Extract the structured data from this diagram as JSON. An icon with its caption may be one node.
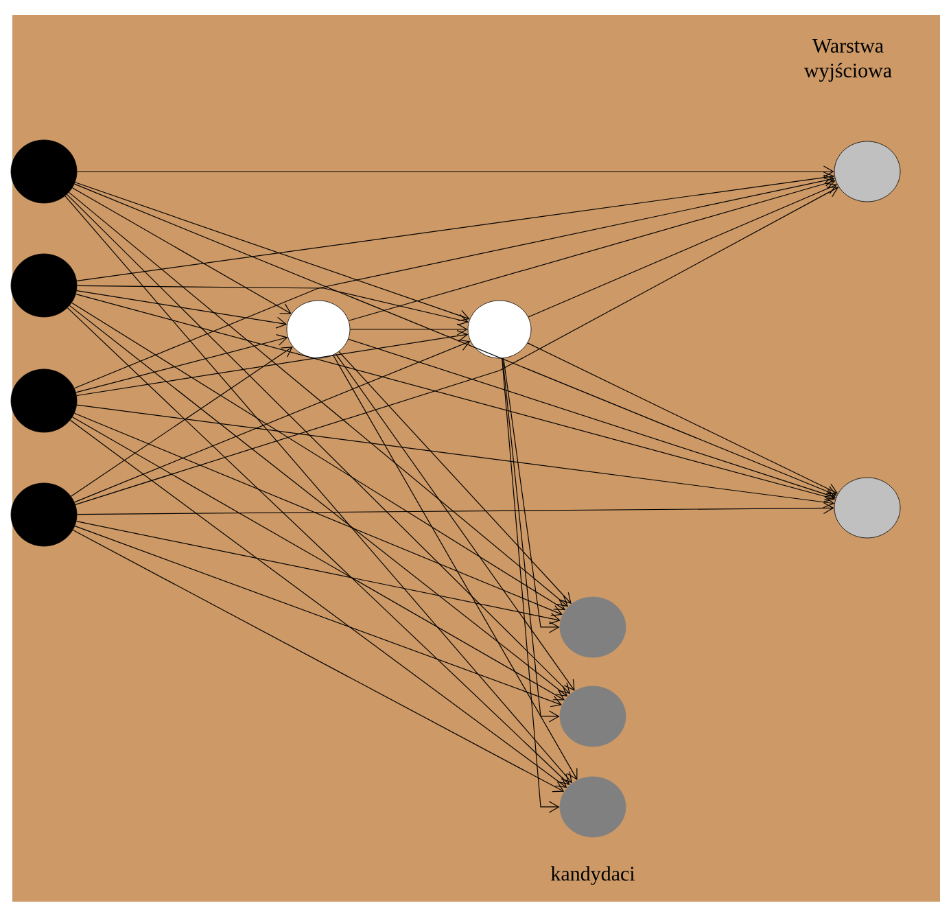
{
  "diagram": {
    "nodes": [
      {
        "text": [],
        "shape": "circle"
      },
      {
        "text": [],
        "shape": "circle"
      },
      {
        "text": [],
        "shape": "circle"
      },
      {
        "text": [],
        "shape": "circle"
      },
      {
        "text": [],
        "shape": "circle"
      },
      {
        "text": [],
        "shape": "circle"
      },
      {
        "text": [],
        "shape": "circle"
      },
      {
        "text": [],
        "shape": "circle"
      },
      {
        "text": [],
        "shape": "circle"
      },
      {
        "text": [],
        "shape": "circle"
      },
      {
        "text": [],
        "shape": "circle"
      }
    ],
    "edges": [
      {
        "from": 0,
        "to": 6,
        "arrow": "to"
      },
      {
        "from": 0,
        "to": 7,
        "arrow": "to"
      },
      {
        "from": 0,
        "to": 4,
        "arrow": "to"
      },
      {
        "from": 0,
        "to": 5,
        "arrow": "to"
      },
      {
        "from": 0,
        "to": 8,
        "arrow": "to"
      },
      {
        "from": 0,
        "to": 9,
        "arrow": "to"
      },
      {
        "from": 0,
        "to": 10,
        "arrow": "to"
      },
      {
        "from": 1,
        "to": 6,
        "arrow": "to"
      },
      {
        "from": 1,
        "to": 7,
        "arrow": "to"
      },
      {
        "from": 1,
        "to": 4,
        "arrow": "to"
      },
      {
        "from": 1,
        "to": 5,
        "arrow": "to"
      },
      {
        "from": 1,
        "to": 8,
        "arrow": "to"
      },
      {
        "from": 1,
        "to": 9,
        "arrow": "to"
      },
      {
        "from": 1,
        "to": 10,
        "arrow": "to"
      },
      {
        "from": 2,
        "to": 6,
        "arrow": "to"
      },
      {
        "from": 2,
        "to": 7,
        "arrow": "to"
      },
      {
        "from": 2,
        "to": 4,
        "arrow": "to"
      },
      {
        "from": 2,
        "to": 5,
        "arrow": "to"
      },
      {
        "from": 2,
        "to": 8,
        "arrow": "to"
      },
      {
        "from": 2,
        "to": 9,
        "arrow": "to"
      },
      {
        "from": 2,
        "to": 10,
        "arrow": "to"
      },
      {
        "from": 3,
        "to": 6,
        "arrow": "to"
      },
      {
        "from": 3,
        "to": 7,
        "arrow": "to"
      },
      {
        "from": 3,
        "to": 4,
        "arrow": "to"
      },
      {
        "from": 3,
        "to": 5,
        "arrow": "to"
      },
      {
        "from": 3,
        "to": 8,
        "arrow": "to"
      },
      {
        "from": 3,
        "to": 9,
        "arrow": "to"
      },
      {
        "from": 3,
        "to": 10,
        "arrow": "to"
      },
      {
        "from": 4,
        "to": 5,
        "arrow": "to"
      },
      {
        "from": 4,
        "to": 6,
        "arrow": "to"
      },
      {
        "from": 4,
        "to": 7,
        "arrow": "to"
      },
      {
        "from": 4,
        "to": 8,
        "arrow": "to"
      },
      {
        "from": 4,
        "to": 9,
        "arrow": "to"
      },
      {
        "from": 4,
        "to": 10,
        "arrow": "to"
      },
      {
        "from": 5,
        "to": 6,
        "arrow": "to"
      },
      {
        "from": 5,
        "to": 7,
        "arrow": "to"
      },
      {
        "from": 5,
        "to": 8,
        "arrow": "to"
      },
      {
        "from": 5,
        "to": 9,
        "arrow": "to"
      },
      {
        "from": 5,
        "to": 10,
        "arrow": "to"
      }
    ],
    "labels": [
      "Warstwa wyjściowa",
      "kandydaci"
    ]
  }
}
